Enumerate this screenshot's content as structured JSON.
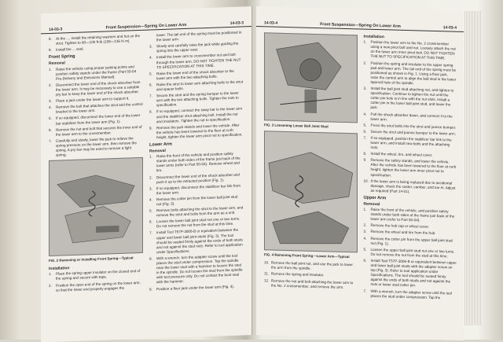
{
  "left_page": {
    "header": {
      "page_no": "14-03-3",
      "title": "Front Suspension—Spring On Lower Arm",
      "page_no_right": "14-03-3"
    },
    "col1": {
      "intro_steps": [
        {
          "n": "8.",
          "text": "At the ..., install the retaining washers and hut on the strut. Tighten to 80—100 ft-lb (109—135 N·m)."
        },
        {
          "n": "9.",
          "text": "Install the ... seal."
        }
      ],
      "section_title": "Front Spring",
      "removal_title": "Removal",
      "steps": [
        {
          "n": "1.",
          "text": "Raise the vehicle using proper jacking points and position safety stands under the frame (Part 50-04 Pre-Delivery and Emissions Manual)."
        },
        {
          "n": "2.",
          "text": "Disconnect the lower end of the shock absorber from the lower arm. It may be necessary to use a suitable pry bar to keep the lower end of the shock absorber."
        },
        {
          "n": "3.",
          "text": "Place a jack under the lower arm to support it."
        },
        {
          "n": "4.",
          "text": "Remove the bolt that attaches the strut and the control bracket to the lower arm."
        },
        {
          "n": "5.",
          "text": "If so equipped, disconnect the lower end of the lower bar stabilizer from the lower arm (Fig. 1)."
        },
        {
          "n": "6.",
          "text": "Remove the nut and bolt that secures the inner end of the lower arm to the crossmember."
        },
        {
          "n": "7.",
          "text": "Carefully and slowly, lower the jack to relieve the spring pressure on the lower arm, then remove the spring. A pry bar may be used to remove a light spring."
        }
      ],
      "fig_caption": "FIG. 2  Removing or Installing Front Spring—Typical",
      "installation_title": "Installation",
      "install_steps": [
        {
          "n": "1.",
          "text": "Place the spring upper insulator on the closed end of the spring and secure with tape."
        },
        {
          "n": "2.",
          "text": "Position the open end of the spring on the lower arm, so that the lower end properly engages the"
        }
      ]
    },
    "col2": {
      "steps_top": [
        {
          "n": "",
          "text": "lower. The tail end of the spring must be positioned in the lower arm."
        },
        {
          "n": "3.",
          "text": "Slowly and carefully raise the jack while guiding the spring into the upper seat."
        },
        {
          "n": "4.",
          "text": "Install the lower arm to crossmember nut and bolt through the lower arm. DO NOT TIGHTEN THE NUT TO SPECIFICATION AT THIS TIME."
        }
      ],
      "warn1": "DO NOT TIGHTEN THE NUT TO SPECIFICATION AT THIS TIME.",
      "steps_mid": [
        {
          "n": "5.",
          "text": "Raise the lower end of the shock absorber to the lower arm with the two attaching bolts."
        },
        {
          "n": "6.",
          "text": "Raise the strut to lower arm attaching bolts to the strut and spacer bolts."
        },
        {
          "n": "7.",
          "text": "Secure the strut and the spring bumper to the lower arm with the two attaching bolts. Tighten the nuts to specification."
        },
        {
          "n": "8.",
          "text": "If so equipped, connect the sway bar to the lower arm and the stabilizer strut attaching bolt. Install the nut and insulators. Tighten the nut to specification."
        },
        {
          "n": "9.",
          "text": "Remove the jack stands and lower the vehicle. After the vehicle has been lowered to the floor at curb height, tighten the lower arm pivot nut to specification."
        }
      ],
      "lower_arm_title": "Lower Arm",
      "removal_title": "Removal",
      "la_steps": [
        {
          "n": "1.",
          "text": "Raise the front of the vehicle and position safety stands under both sides of the frame just back of the lower arms (refer to Part 50-04). Remove wheel and tire."
        },
        {
          "n": "2.",
          "text": "Disconnect the lower end of the shock absorber and push it up to the retracted position (Fig. 1)."
        },
        {
          "n": "3.",
          "text": "If so equipped, disconnect the stabilizer bar link from the lower arm."
        },
        {
          "n": "4.",
          "text": "Remove the cotter pin from the lower ball joint stud nut (Fig. 3)."
        },
        {
          "n": "5.",
          "text": "Remove bolts attaching the strut to the lower arm, and remove the strut and bolts from the arm as a unit."
        },
        {
          "n": "6.",
          "text": "Loosen the lower ball joint stud nut one or two turns. Do not remove the nut from the stud at this time."
        },
        {
          "n": "7.",
          "text": "Install Tool T57P-3006-B or equivalent between the upper and lower ball joint studs (Fig. 3). The tool should be seated firmly against the ends of both studs and not against the stud nuts. Refer to tool application under Specifications."
        },
        {
          "n": "8.",
          "text": "With a wrench, turn the adapter screw until the tool places the stud under compression. Tap the spindle near the lower stud with a hammer to loosen the stud in the spindle. Do not loosen the stud from the spindle with tool pressure only. Do not contact the boot seal with the hammer."
        },
        {
          "n": "9.",
          "text": "Position a floor jack under the lower arm (Fig. 4)."
        }
      ]
    }
  },
  "right_page": {
    "header": {
      "page_no": "14-03-4",
      "title": "Front Suspension—Spring On Lower Arm",
      "page_no_right": "14-03-4"
    },
    "fig3_caption": "FIG. 3  Loosening Lower Ball Joint Stud",
    "fig4_caption": "FIG. 4  Removing Front Spring—Lower Arm—Typical",
    "left_steps": [
      {
        "n": "10.",
        "text": "Remove the ball joint nut, and use the jack to lower the arm from the spindle."
      },
      {
        "n": "11.",
        "text": "Remove the spring and insulator."
      },
      {
        "n": "12.",
        "text": "Remove the nut and bolt attaching the lower arm to the No. 2 crossmember, and remove the arm."
      }
    ],
    "installation_title": "Installation",
    "install_steps": [
      {
        "n": "1.",
        "text": "Position the lower arm to the No. 2 crossmember using a new pivot bolt and nut. Loosely attach the nut on the lower arm inner pivot bolt. DO NOT TIGHTEN THE NUT TO SPECIFICATION AT THIS TIME."
      },
      {
        "n": "2.",
        "text": "Position the spring and insulator to the upper spring pad and lower arm. The tail end of the spring must be positioned as shown in Fig. 1. Using a floor jack, raise the control arm to align the ball stud in the lower tapered hole of the spindle."
      },
      {
        "n": "3.",
        "text": "Install the ball joint stud attaching nut, and tighten to specification. Continue to tighten the nut until the cotter pin hole is in line with the nut slots. Install a cotter pin in the lower ball joint stud, and lower the jack."
      },
      {
        "n": "4.",
        "text": "Pull the shock absorber down, and connect it to the lower arm."
      },
      {
        "n": "5.",
        "text": "Press the strut bolts into the strut and jounce bumper."
      },
      {
        "n": "6.",
        "text": "Secure the strut and jounce bumper to the lower arm."
      },
      {
        "n": "7.",
        "text": "If so equipped, position the stabilizer bar link to the lower arm, and install new bolts and the attaching nuts."
      },
      {
        "n": "8.",
        "text": "Install the wheel, tire, and wheel cover."
      },
      {
        "n": "9.",
        "text": "Remove the safety stands, and lower the vehicle. After the vehicle has been lowered to the floor at curb height, tighten the lower arm inner pivot nut to specification."
      },
      {
        "n": "10.",
        "text": "If the lower arm is being replaced due to accidental damage, check the caster, camber, and toe-in. Adjust as required (Part 14-01)."
      }
    ],
    "upper_arm_title": "Upper Arm",
    "removal_title": "Removal",
    "ua_steps": [
      {
        "n": "1.",
        "text": "Raise the front of the vehicle, and position safety stands under both sides of the frame just back of the lower arm (refer to Part 50-04)."
      },
      {
        "n": "2.",
        "text": "Remove the hub cap or wheel cover."
      },
      {
        "n": "3.",
        "text": "Remove the wheel and tire from the hub."
      },
      {
        "n": "4.",
        "text": "Remove the cotter pin from the upper ball joint stud nut (Fig. 1)."
      },
      {
        "n": "5.",
        "text": "Loosen the upper ball joint stud nut one or two turns. Do not remove the nut from the stud at this time."
      },
      {
        "n": "6.",
        "text": "Install Tool T57P-3006-B or equivalent between upper and lower ball joint studs with the adapter screw on top (Fig. 3). Refer to tool application under Specifications. The tool should be seated firmly against the ends of both studs and not against the nuts or lower stud cotter pin."
      },
      {
        "n": "7.",
        "text": "With a wrench, turn the adapter screw until the tool places the stud under compression. Tap the"
      }
    ]
  }
}
